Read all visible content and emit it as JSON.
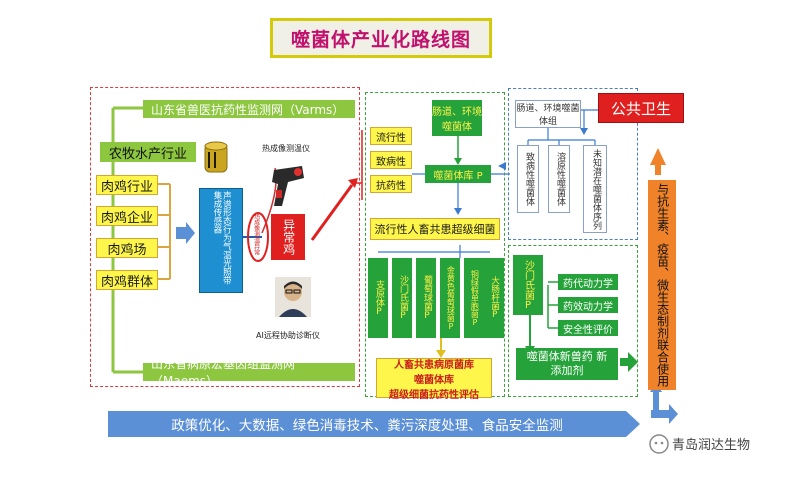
{
  "title": "噬菌体产业化路线图",
  "left_panel": {
    "vet_network": "山东省兽医抗药性监测网（Varms）",
    "pathogen_network": "山东省病原宏基因组监测网（Maems）",
    "industry": "农牧水产行业",
    "chicken_items": [
      "肉鸡行业",
      "肉鸡企业",
      "肉鸡场",
      "肉鸡群体"
    ],
    "sensor_text": "声谱形态行为气温光照带 集成传感器",
    "abnormal_label": "异常鸡",
    "small_vertical": "热成像测温异常",
    "thermal_label": "热成像测温仪",
    "ai_label": "AI远程协助诊断仪"
  },
  "middle_panel": {
    "categories": [
      "流行性",
      "致病性",
      "抗药性"
    ],
    "env_phage": "肠道、环境噬菌体",
    "phage_library_p": "噬菌体库 P",
    "zoonotic_bar": "流行性人畜共患超级细菌",
    "bacteria": [
      "支原体P",
      "沙门氏菌P",
      "葡萄球菌P",
      "金黄色葡萄球菌P",
      "铜绿假单胞菌P",
      "大肠杆菌P"
    ],
    "bottom_lines": [
      "人畜共患病原菌库",
      "噬菌体库",
      "超级细菌抗药性评估"
    ]
  },
  "right_panel": {
    "env_phage_group": "肠道、环境噬菌体组",
    "vertical_boxes": [
      "致病性噬菌体",
      "溶原性噬菌体",
      "未知潜在噬菌体序列"
    ],
    "public_health": "公共卫生",
    "salmonella_p": "沙门氏菌P",
    "pk_items": [
      "药代动力学",
      "药效动力学",
      "安全性评价"
    ],
    "product": "噬菌体新兽药 新添加剂",
    "combined": "与抗生素、疫苗、微生态制剂联合使用"
  },
  "footer": {
    "policy": "政策优化、大数据、绿色消毒技术、粪污深度处理、食品安全监测",
    "brand": "青岛润达生物"
  },
  "colors": {
    "title_text": "#c2106e",
    "green": "#25a33a",
    "yellow": "#fff64b",
    "policy_blue": "#5b8fd6",
    "orange": "#f0832a",
    "red_box": "#e0201f"
  }
}
